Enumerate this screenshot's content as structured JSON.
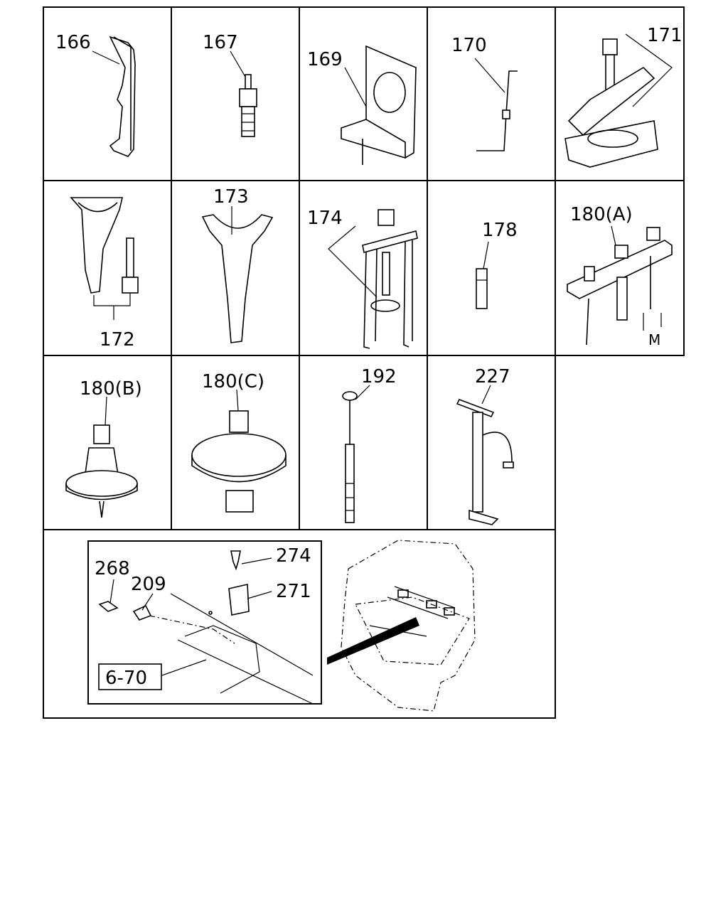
{
  "parts": {
    "p166": "166",
    "p167": "167",
    "p169": "169",
    "p170": "170",
    "p171": "171",
    "p172": "172",
    "p173": "173",
    "p174": "174",
    "p178": "178",
    "p180a": "180(A)",
    "p180a_m": "M",
    "p180b": "180(B)",
    "p180c": "180(C)",
    "p192": "192",
    "p227": "227",
    "p268": "268",
    "p209": "209",
    "p274": "274",
    "p271": "271",
    "ref": "6-70"
  }
}
